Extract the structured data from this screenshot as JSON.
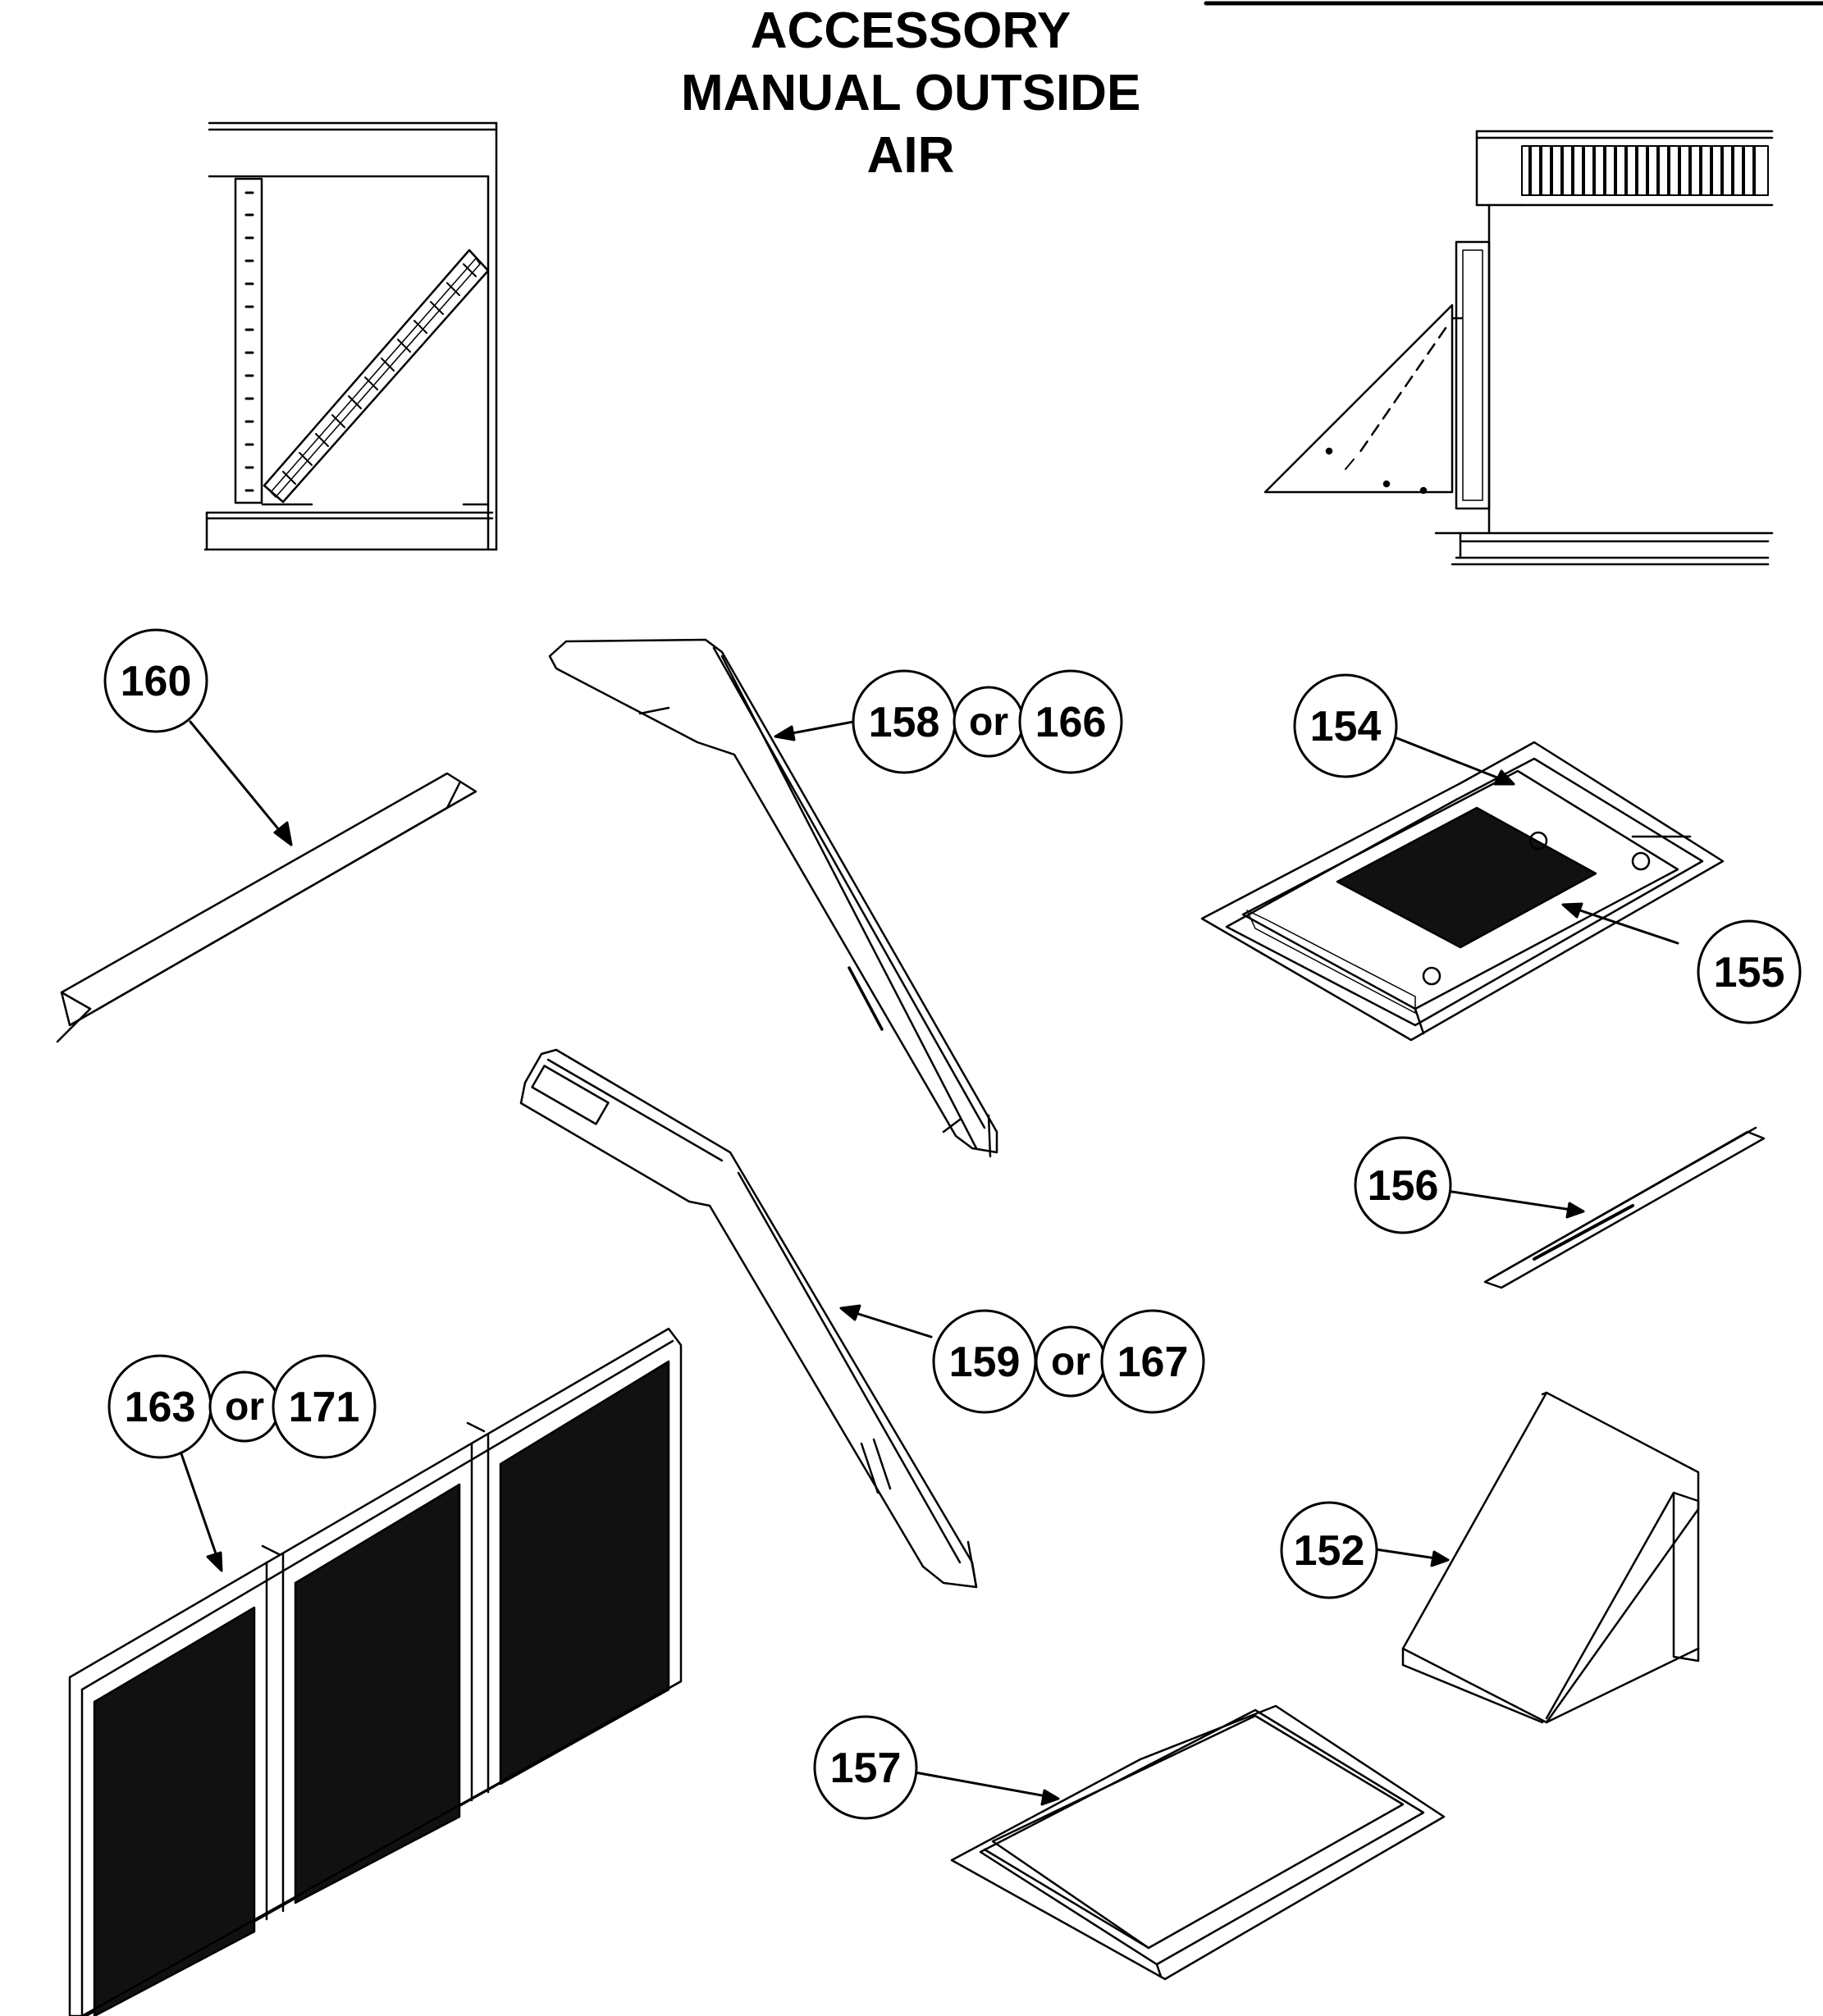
{
  "title": {
    "line1": "ACCESSORY",
    "line2": "MANUAL OUTSIDE",
    "line3": "AIR"
  },
  "or_word": "or",
  "callouts": {
    "c160": "160",
    "c158": "158",
    "c166": "166",
    "c154": "154",
    "c155": "155",
    "c156": "156",
    "c159": "159",
    "c167": "167",
    "c163": "163",
    "c171": "171",
    "c152": "152",
    "c157": "157"
  },
  "colors": {
    "ink": "#000000",
    "paper": "#ffffff",
    "filter_fill": "#111111"
  }
}
